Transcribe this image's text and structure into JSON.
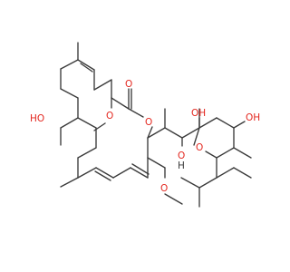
{
  "structure": {
    "labels": {
      "ho_left": "HO",
      "o_carbonyl": "O",
      "o_methoxy_upper": "O",
      "o_ring_lactone": "O",
      "o_methoxy_lower": "O",
      "o_hydroxy_mid": "O",
      "h_hydroxy_mid": "H",
      "o_hydroxy_hemiketal": "OH",
      "o_ring_pyran": "O",
      "o_hydroxy_pyran": "OH"
    },
    "colors": {
      "bond": "#3a3a3a",
      "heteroatom_oxygen": "#e3271f",
      "hydrogen": "#3a3a3a"
    }
  }
}
